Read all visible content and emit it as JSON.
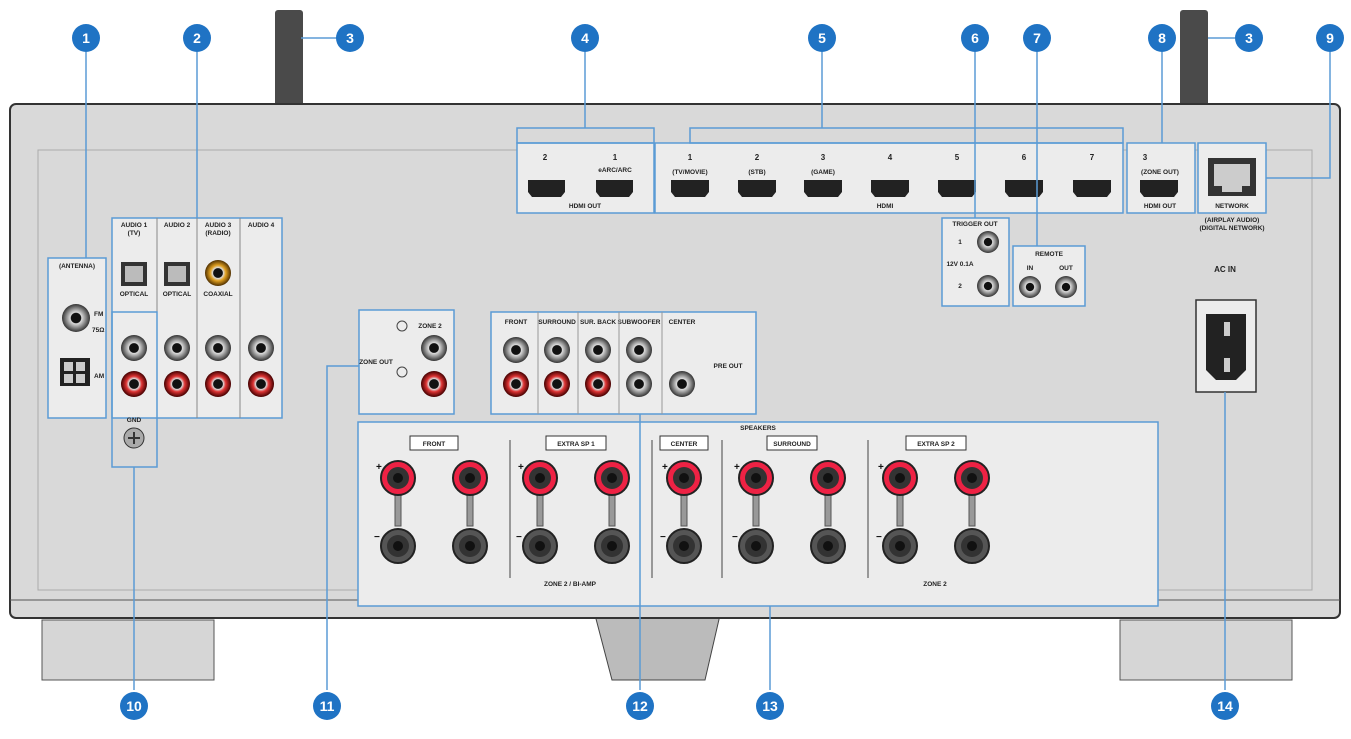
{
  "callouts": [
    {
      "id": "1",
      "label": "1"
    },
    {
      "id": "2",
      "label": "2"
    },
    {
      "id": "3a",
      "label": "3"
    },
    {
      "id": "4",
      "label": "4"
    },
    {
      "id": "5",
      "label": "5"
    },
    {
      "id": "6",
      "label": "6"
    },
    {
      "id": "7",
      "label": "7"
    },
    {
      "id": "8",
      "label": "8"
    },
    {
      "id": "3b",
      "label": "3"
    },
    {
      "id": "9",
      "label": "9"
    },
    {
      "id": "10",
      "label": "10"
    },
    {
      "id": "11",
      "label": "11"
    },
    {
      "id": "12",
      "label": "12"
    },
    {
      "id": "13",
      "label": "13"
    },
    {
      "id": "14",
      "label": "14"
    }
  ],
  "antenna": {
    "title": "(ANTENNA)",
    "fm": "FM",
    "ohm": "75Ω",
    "am": "AM"
  },
  "audio": {
    "audio1": "AUDIO 1",
    "audio1_sub": "(TV)",
    "audio2": "AUDIO 2",
    "audio3": "AUDIO 3",
    "audio3_sub": "(RADIO)",
    "audio4": "AUDIO 4",
    "optical1": "OPTICAL",
    "optical2": "OPTICAL",
    "coaxial": "COAXIAL",
    "gnd": "GND"
  },
  "hdmi_out_left": {
    "n2": "2",
    "n1": "1",
    "n1_sub": "eARC/ARC",
    "label": "HDMI OUT"
  },
  "hdmi_in": {
    "ports": [
      {
        "num": "1",
        "sub": "(TV/MOVIE)"
      },
      {
        "num": "2",
        "sub": "(STB)"
      },
      {
        "num": "3",
        "sub": "(GAME)"
      },
      {
        "num": "4",
        "sub": ""
      },
      {
        "num": "5",
        "sub": ""
      },
      {
        "num": "6",
        "sub": ""
      },
      {
        "num": "7",
        "sub": ""
      }
    ],
    "label": "HDMI"
  },
  "hdmi_out_zone": {
    "num": "3",
    "sub": "(ZONE OUT)",
    "label": "HDMI OUT"
  },
  "network": {
    "label": "NETWORK",
    "sub1": "(AIRPLAY AUDIO)",
    "sub2": "(DIGITAL NETWORK)"
  },
  "trigger": {
    "title": "TRIGGER OUT",
    "t1": "1",
    "t2": "2",
    "spec": "12V 0.1A"
  },
  "remote": {
    "title": "REMOTE",
    "in": "IN",
    "out": "OUT"
  },
  "ac_in": {
    "label": "AC IN"
  },
  "zone2": {
    "title": "ZONE 2",
    "side": "ZONE OUT"
  },
  "pre_out": {
    "cols": [
      "FRONT",
      "SURROUND",
      "SUR. BACK",
      "SUBWOOFER",
      "CENTER"
    ],
    "side": "PRE OUT"
  },
  "speakers": {
    "title": "SPEAKERS",
    "groups": [
      {
        "name": "FRONT"
      },
      {
        "name": "EXTRA SP 1"
      },
      {
        "name": "CENTER"
      },
      {
        "name": "SURROUND"
      },
      {
        "name": "EXTRA SP 2"
      }
    ],
    "plus": "+",
    "minus": "−",
    "zone_left": "ZONE 2 / BI-AMP",
    "zone_right": "ZONE 2"
  }
}
